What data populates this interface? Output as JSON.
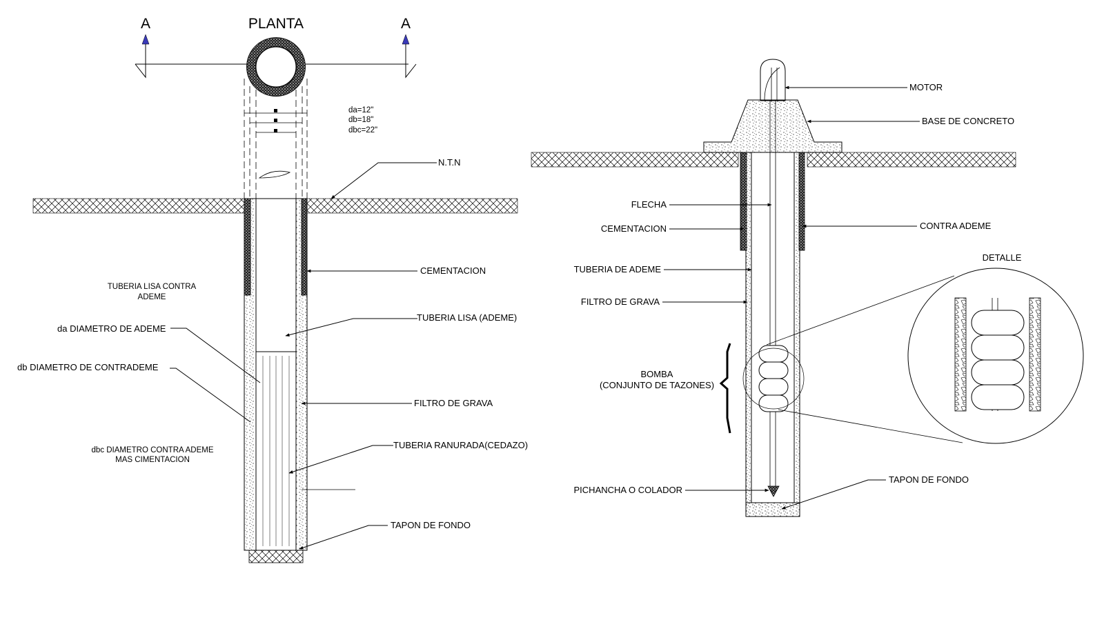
{
  "left_section": {
    "plan_title": "PLANTA",
    "section_mark_left": "A",
    "section_mark_right": "A",
    "dim_da": "da=12\"",
    "dim_db": "db=18\"",
    "dim_dbc": "dbc=22\"",
    "labels": {
      "ntn": "N.T.N",
      "cementacion": "CEMENTACION",
      "tuberia_lisa_contra_line1": "TUBERIA LISA CONTRA",
      "tuberia_lisa_contra_line2": "ADEME",
      "tuberia_lisa_ademe": "TUBERIA LISA (ADEME)",
      "da_diametro": "da DIAMETRO DE ADEME",
      "db_diametro": "db DIAMETRO DE CONTRADEME",
      "filtro_grava": "FILTRO DE GRAVA",
      "tuberia_ranurada": "TUBERIA RANURADA(CEDAZO)",
      "dbc_line1": "dbc DIAMETRO CONTRA ADEME",
      "dbc_line2": "MAS CIMENTACION",
      "tapon_fondo": "TAPON DE FONDO"
    }
  },
  "right_section": {
    "labels": {
      "motor": "MOTOR",
      "base_concreto": "BASE DE CONCRETO",
      "flecha": "FLECHA",
      "cementacion": "CEMENTACION",
      "contra_ademe": "CONTRA ADEME",
      "detalle": "DETALLE",
      "tuberia_ademe": "TUBERIA DE ADEME",
      "filtro_grava": "FILTRO DE GRAVA",
      "bomba_line1": "BOMBA",
      "bomba_line2": "(CONJUNTO DE TAZONES)",
      "pichancha": "PICHANCHA O COLADOR",
      "tapon_fondo": "TAPON DE FONDO"
    }
  },
  "colors": {
    "ink": "#000000",
    "arrow_marker": "#3a3ab8",
    "background": "#ffffff"
  }
}
